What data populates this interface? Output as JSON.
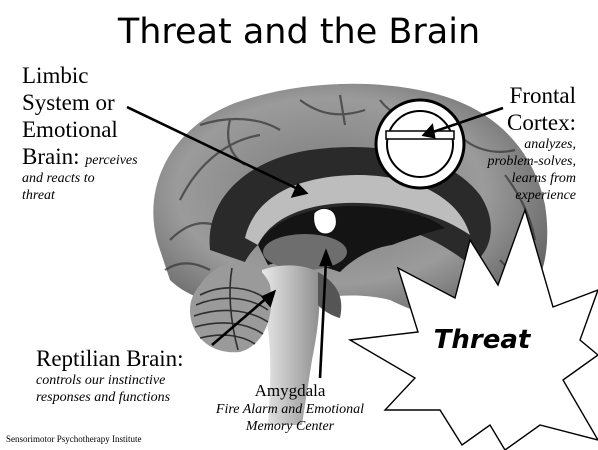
{
  "title": "Threat and the Brain",
  "limbic": {
    "line1": "Limbic",
    "line2": "System or",
    "line3": "Emotional",
    "line4": "Brain: ",
    "desc_inline": "perceives",
    "desc_line2": "and reacts to",
    "desc_line3": "threat"
  },
  "frontal": {
    "line1": "Frontal",
    "line2": "Cortex:",
    "desc1": "analyzes,",
    "desc2": "problem-solves,",
    "desc3": "learns from",
    "desc4": "experience"
  },
  "reptilian": {
    "title": "Reptilian Brain:",
    "desc1": "controls our instinctive",
    "desc2": "responses and functions"
  },
  "amygdala": {
    "title": "Amygdala",
    "desc1": "Fire Alarm and Emotional",
    "desc2": "Memory Center"
  },
  "threat_label": "Threat",
  "footer": "Sensorimotor Psychotherapy Institute",
  "colors": {
    "cortex_outer": "#8a8a8a",
    "cortex_dark": "#4a4a4a",
    "ventricle": "#161616",
    "corpus": "#b9b9b9",
    "brainstem": "#cfcfcf",
    "cerebellum": "#9a9a9a"
  }
}
